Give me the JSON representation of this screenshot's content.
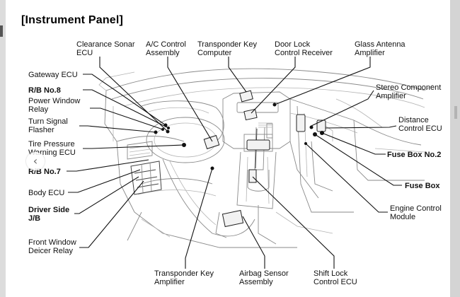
{
  "title": "[Instrument Panel]",
  "labels": {
    "clearance_sonar_ecu": [
      "Clearance Sonar",
      "ECU"
    ],
    "ac_control_assembly": [
      "A/C Control",
      "Assembly"
    ],
    "transponder_key_computer": [
      "Transponder Key",
      "Computer"
    ],
    "door_lock_control_receiver": [
      "Door Lock",
      "Control Receiver"
    ],
    "glass_antenna_amplifier": [
      "Glass Antenna",
      "Amplifier"
    ],
    "gateway_ecu": [
      "Gateway ECU"
    ],
    "rb_no8": [
      "R/B No.8"
    ],
    "power_window_relay": [
      "Power Window",
      "Relay"
    ],
    "turn_signal_flasher": [
      "Turn Signal",
      "Flasher"
    ],
    "tire_pressure_warning_ecu": [
      "Tire Pressure",
      "Warning ECU"
    ],
    "rb_no7": [
      "R/B No.7"
    ],
    "body_ecu": [
      "Body ECU"
    ],
    "driver_side_jb": [
      "Driver Side",
      "J/B"
    ],
    "front_window_deicer_relay": [
      "Front Window",
      "Deicer Relay"
    ],
    "transponder_key_amplifier": [
      "Transponder Key",
      "Amplifier"
    ],
    "airbag_sensor_assembly": [
      "Airbag Sensor",
      "Assembly"
    ],
    "shift_lock_control_ecu": [
      "Shift Lock",
      "Control ECU"
    ],
    "stereo_component_amplifier": [
      "Stereo Component",
      "Amplifier"
    ],
    "distance_control_ecu": [
      "Distance",
      "Control ECU"
    ],
    "fuse_box_no2": [
      "Fuse Box No.2"
    ],
    "fuse_box": [
      "Fuse Box"
    ],
    "engine_control_module": [
      "Engine Control",
      "Module"
    ]
  },
  "nav": {
    "prev_icon": "chevron-left-icon",
    "prev_glyph": "‹"
  }
}
